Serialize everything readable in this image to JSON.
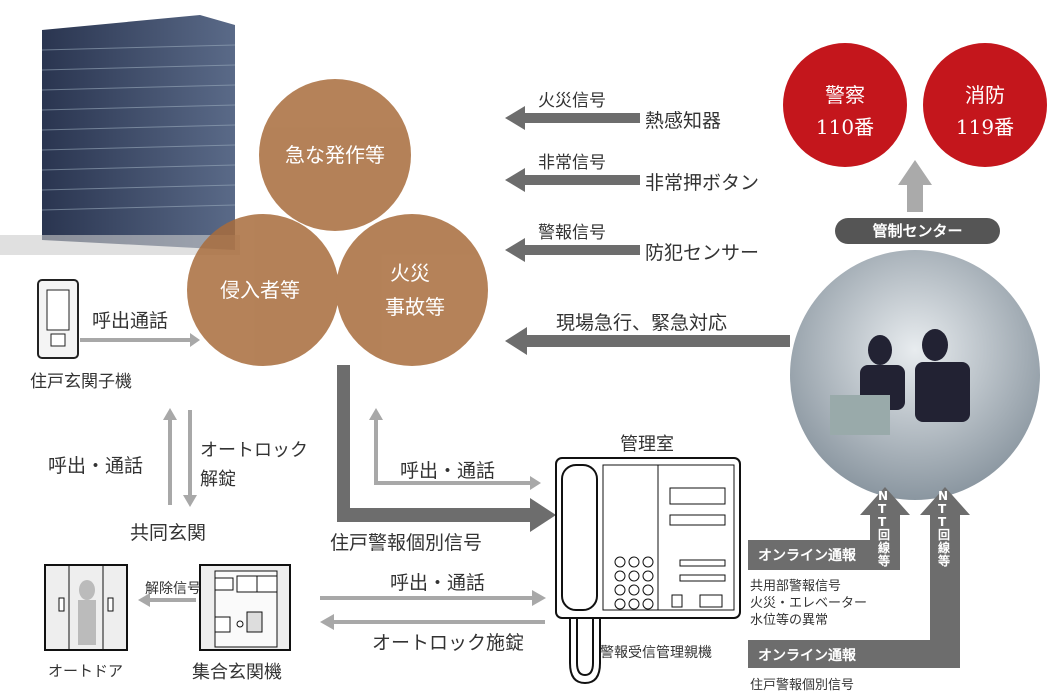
{
  "circles": {
    "top": "急な発作等",
    "left": "侵入者等",
    "right_l1": "火災",
    "right_l2": "事故等"
  },
  "emergency": {
    "police_l1": "警察",
    "police_l2": "110番",
    "fire_l1": "消防",
    "fire_l2": "119番"
  },
  "control_center": "管制センター",
  "signals": [
    {
      "label": "火災信号",
      "source": "熱感知器"
    },
    {
      "label": "非常信号",
      "source": "非常押ボタン"
    },
    {
      "label": "警報信号",
      "source": "防犯センサー"
    }
  ],
  "rush": "現場急行、緊急対応",
  "unit_call": "呼出通話",
  "unit_name": "住戸玄関子機",
  "call_talk": "呼出・通話",
  "autolock_l1": "オートロック",
  "autolock_l2": "解錠",
  "common_entrance": "共同玄関",
  "office_call": "呼出・通話",
  "unit_alarm": "住戸警報個別信号",
  "office": "管理室",
  "master_unit": "警報受信管理親機",
  "bottom_call": "呼出・通話",
  "autolock_lock": "オートロック施錠",
  "release_signal": "解除信号",
  "auto_door": "オートドア",
  "entrance_panel": "集合玄関機",
  "ntt": "NTT回線等",
  "online1": {
    "label": "オンライン通報",
    "l1": "共用部警報信号",
    "l2": "火災・エレベーター",
    "l3": "水位等の異常"
  },
  "online2": {
    "label": "オンライン通報",
    "l1": "住戸警報個別信号"
  },
  "colors": {
    "circle": "#a86c3c",
    "red": "#c4161c",
    "arrow": "#6d6d6d",
    "light_arrow": "#a8a8a8"
  }
}
